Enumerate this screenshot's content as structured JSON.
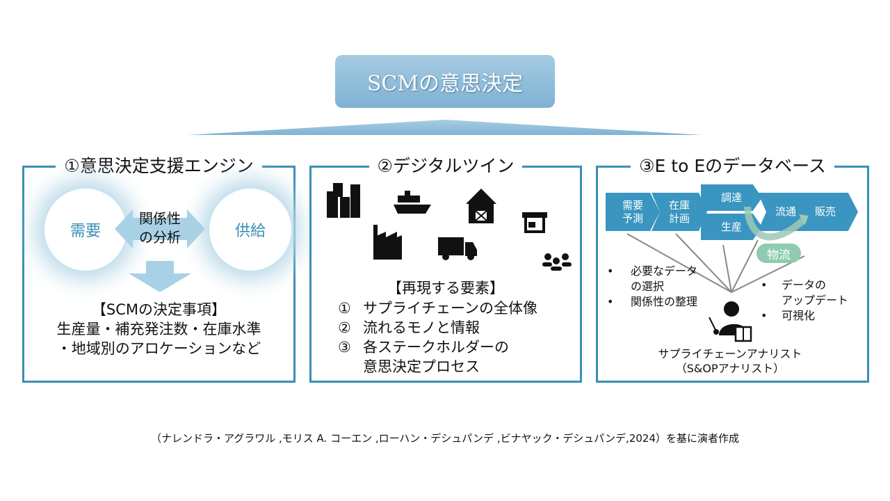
{
  "header": {
    "title": "SCMの意思決定"
  },
  "panels": [
    {
      "title": "①意思決定支援エンジン",
      "demand": "需要",
      "supply": "供給",
      "relation": [
        "関係性",
        "の分析"
      ],
      "decisions": [
        "【SCMの決定事項】",
        "生産量・補充発注数・在庫水準",
        "・地域別のアロケーションなど"
      ]
    },
    {
      "title": "②デジタルツイン",
      "icons": [
        "buildings-icon",
        "ship-icon",
        "barn-icon",
        "store-icon",
        "factory-icon",
        "truck-icon",
        "people-icon"
      ],
      "heading": "【再現する要素】",
      "items": [
        "①",
        "サプライチェーンの全体像",
        "②",
        "流れるモノと情報",
        "③",
        "各ステークホルダーの",
        "意思決定プロセス"
      ]
    },
    {
      "title": "③E to Eのデータベース",
      "steps": [
        "需要",
        "予測",
        "在庫",
        "計画",
        "調達",
        "生産",
        "流通",
        "販売"
      ],
      "logistics": "物流",
      "left_bullets": [
        "必要なデータ",
        "の選択",
        "関係性の整理"
      ],
      "right_bullets": [
        "データの",
        "アップデート",
        "可視化"
      ],
      "analyst": [
        "サプライチェーンアナリスト",
        "（S&OPアナリスト）"
      ],
      "bullet": "•"
    }
  ],
  "footer": {
    "source": "（ナレンドラ・アグラワル ,モリス A. コーエン ,ローハン・デシュパンデ ,ビナヤック・デシュパンデ,2024）を基に演者作成"
  }
}
